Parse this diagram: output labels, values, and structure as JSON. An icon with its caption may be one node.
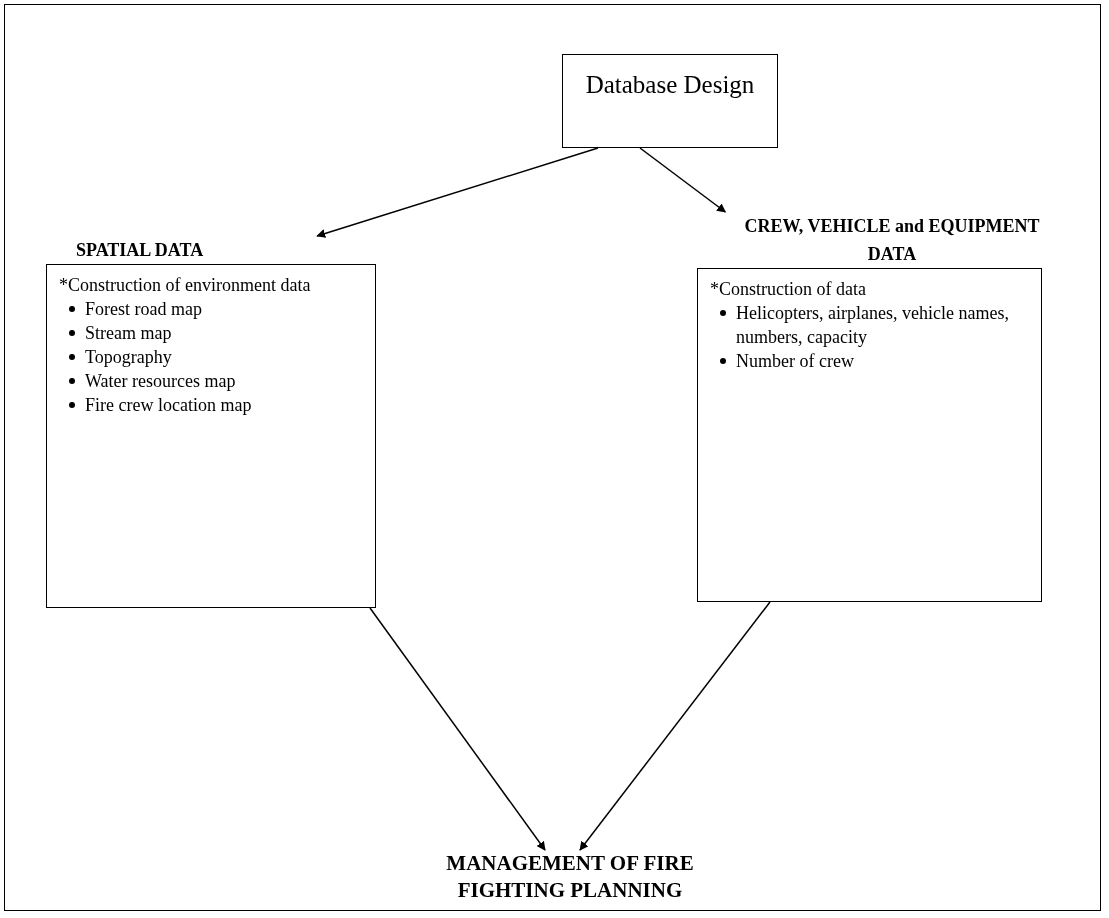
{
  "diagram": {
    "nodes": [
      {
        "text": [
          "Database Design"
        ]
      },
      {
        "text": [
          "SPATIAL DATA",
          "*Construction of environment data",
          "Forest road map",
          "Stream map",
          "Topography",
          "Water resources map",
          "Fire crew location map"
        ]
      },
      {
        "text": [
          "CREW, VEHICLE and EQUIPMENT DATA",
          "*Construction of data",
          "Helicopters, airplanes, vehicle names, numbers, capacity",
          "Number of crew"
        ]
      },
      {
        "text": [
          "MANAGEMENT OF FIRE FIGHTING PLANNING"
        ]
      }
    ],
    "edges": [
      {
        "from": 0,
        "to": 1,
        "arrow": "to"
      },
      {
        "from": 0,
        "to": 2,
        "arrow": "to"
      },
      {
        "from": 1,
        "to": 3,
        "arrow": "to"
      },
      {
        "from": 2,
        "to": 3,
        "arrow": "to"
      }
    ]
  }
}
